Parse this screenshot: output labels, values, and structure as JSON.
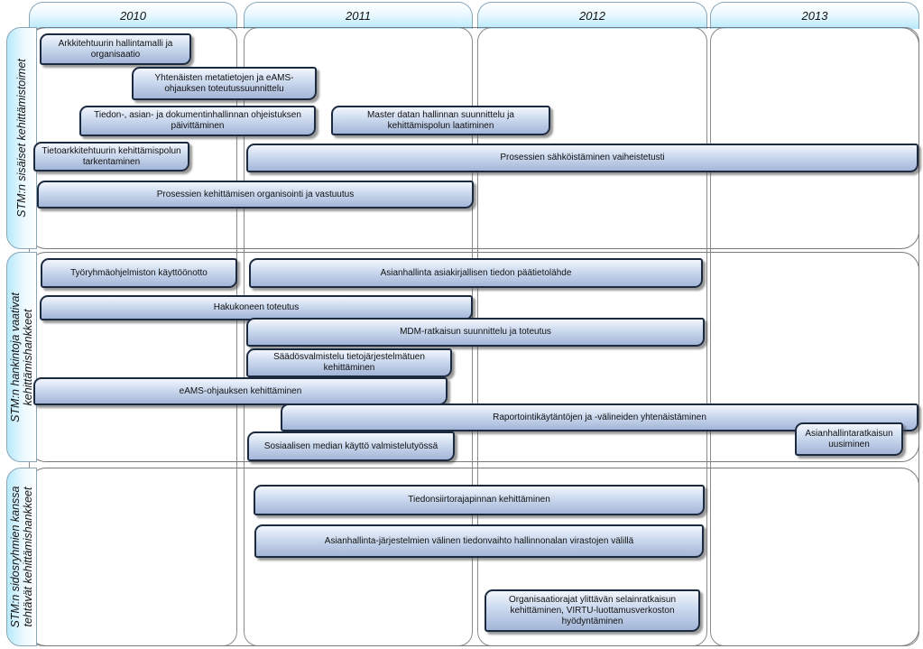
{
  "years": [
    "2010",
    "2011",
    "2012",
    "2013"
  ],
  "rows": [
    {
      "label": "STM:n sisäiset kehittämistoimet"
    },
    {
      "label": "STM:n hankintoja vaativat\nkehittämishankkeet"
    },
    {
      "label": "STM:n sidosryhmien kanssa\ntehtävät kehittämishankkeet"
    }
  ],
  "tasks": [
    "Arkkitehtuurin hallintamalli ja organisaatio",
    "Yhtenäisten metatietojen ja eAMS-ohjauksen toteutussuunnittelu",
    "Tiedon-, asian- ja dokumentinhallinnan ohjeistuksen päivittäminen",
    "Master datan hallinnan suunnittelu ja kehittämispolun laatiminen",
    "Tietoarkkitehtuurin kehittämispolun tarkentaminen",
    "Prosessien sähköistäminen vaiheistetusti",
    "Prosessien kehittämisen organisointi ja vastuutus",
    "Työryhmäohjelmiston käyttöönotto",
    "Asianhallinta asiakirjallisen tiedon päätietolähde",
    "Hakukoneen toteutus",
    "MDM-ratkaisun suunnittelu ja toteutus",
    "Säädösvalmistelu tietojärjestelmätuen kehittäminen",
    "eAMS-ohjauksen kehittäminen",
    "Raportointikäytäntöjen ja -välineiden yhtenäistäminen",
    "Asianhallintaratkaisun uusiminen",
    "Sosiaalisen median käyttö valmistelutyössä",
    "Tiedonsiirtorajapinnan kehittäminen",
    "Asianhallinta-järjestelmien välinen tiedonvaihto hallinnonalan virastojen välillä",
    "Organisaatiorajat ylittävän selainratkaisun kehittäminen, VIRTU-luottamusverkoston hyödyntäminen"
  ]
}
